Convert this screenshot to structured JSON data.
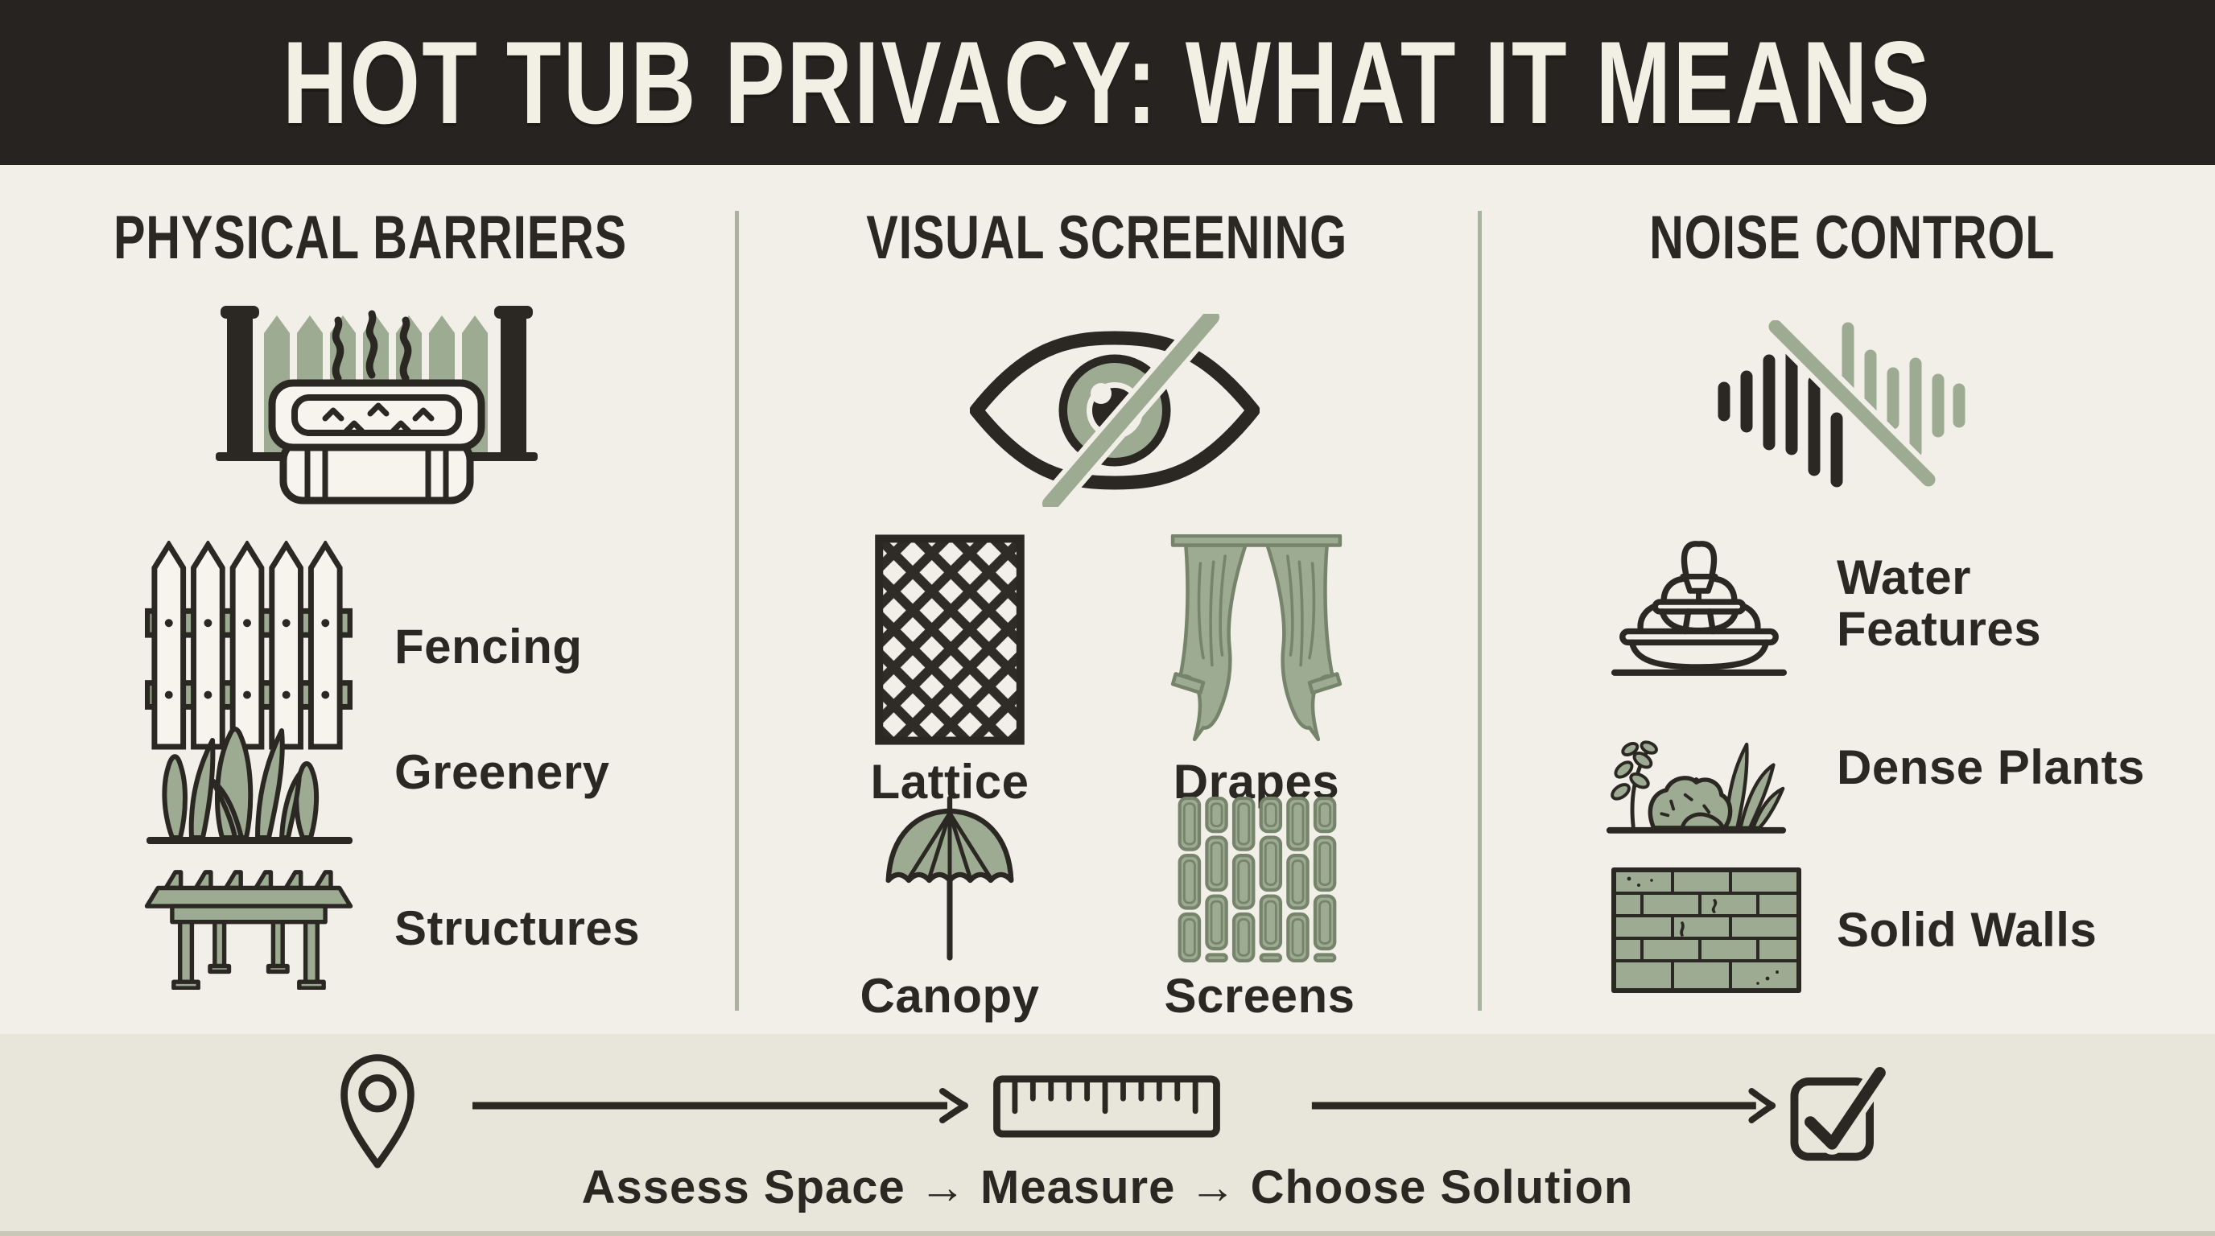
{
  "title": "HOT TUB PRIVACY: WHAT IT MEANS",
  "columns": [
    {
      "header": "PHYSICAL BARRIERS",
      "hero_icon": "hot-tub-behind-fence-icon",
      "items": [
        {
          "icon": "picket-fence-icon",
          "label": "Fencing"
        },
        {
          "icon": "greenery-icon",
          "label": "Greenery"
        },
        {
          "icon": "pergola-icon",
          "label": "Structures"
        }
      ]
    },
    {
      "header": "VISUAL SCREENING",
      "hero_icon": "eye-slash-icon",
      "items": [
        {
          "icon": "lattice-icon",
          "label": "Lattice"
        },
        {
          "icon": "drapes-icon",
          "label": "Drapes"
        },
        {
          "icon": "canopy-umbrella-icon",
          "label": "Canopy"
        },
        {
          "icon": "bamboo-screen-icon",
          "label": "Screens"
        }
      ]
    },
    {
      "header": "NOISE CONTROL",
      "hero_icon": "muted-sound-wave-icon",
      "items": [
        {
          "icon": "fountain-icon",
          "label": "Water Features"
        },
        {
          "icon": "dense-plants-icon",
          "label": "Dense Plants"
        },
        {
          "icon": "brick-wall-icon",
          "label": "Solid Walls"
        }
      ]
    }
  ],
  "process": {
    "step_icons": [
      "location-pin-icon",
      "ruler-icon",
      "checkbox-check-icon"
    ],
    "caption": "Assess Space → Measure → Choose Solution"
  },
  "colors": {
    "header_bg": "#272320",
    "header_text": "#f2efe5",
    "canvas_bg": "#f1efe8",
    "band_bg": "#e8e6da",
    "ink": "#2b2723",
    "sage": "#9cab92",
    "sage_dark": "#76846b",
    "divider": "#a9b3a0",
    "paper": "#f6f4ec"
  }
}
